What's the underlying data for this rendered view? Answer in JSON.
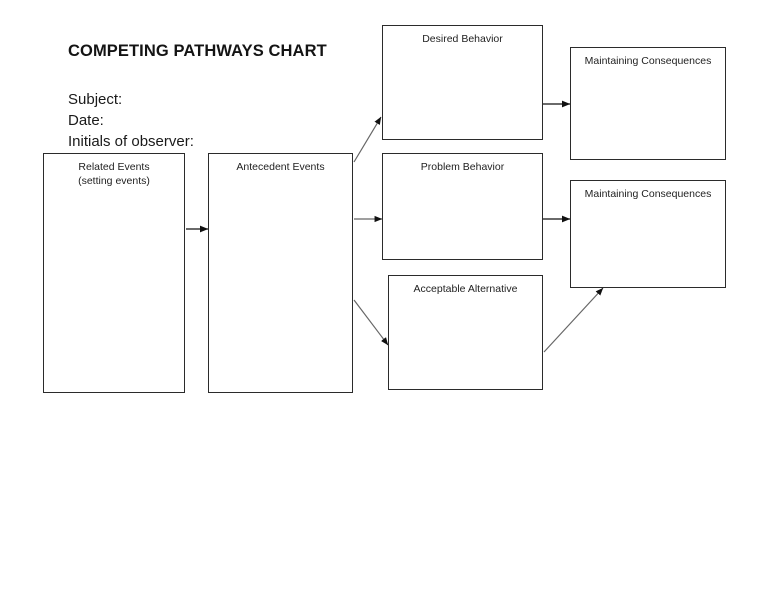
{
  "document": {
    "title": "COMPETING PATHWAYS CHART"
  },
  "header": {
    "subject_label": "Subject:",
    "date_label": "Date:",
    "initials_label": "Initials of observer:"
  },
  "nodes": {
    "related_events": "Related Events\n(setting events)",
    "antecedent_events": "Antecedent Events",
    "desired_behavior": "Desired Behavior",
    "problem_behavior": "Problem Behavior",
    "acceptable_alternative": "Acceptable Alternative",
    "maintaining_consequences_top": "Maintaining Consequences",
    "maintaining_consequences_bottom": "Maintaining Consequences"
  },
  "style": {
    "background": "#ffffff",
    "box_border": "#2b2b2b",
    "text": "#1a1a1a",
    "arrow": "#555555",
    "arrow_dark": "#111111"
  },
  "connectors": [
    {
      "name": "related-to-antecedent",
      "from": "related_events",
      "to": "antecedent_events",
      "kind": "horizontal"
    },
    {
      "name": "antecedent-to-desired",
      "from": "antecedent_events",
      "to": "desired_behavior",
      "kind": "diagonal-up"
    },
    {
      "name": "antecedent-to-problem",
      "from": "antecedent_events",
      "to": "problem_behavior",
      "kind": "horizontal"
    },
    {
      "name": "antecedent-to-acceptable",
      "from": "antecedent_events",
      "to": "acceptable_alternative",
      "kind": "diagonal-down"
    },
    {
      "name": "desired-to-consequences-top",
      "from": "desired_behavior",
      "to": "maintaining_consequences_top",
      "kind": "horizontal"
    },
    {
      "name": "problem-to-consequences-bottom",
      "from": "problem_behavior",
      "to": "maintaining_consequences_bottom",
      "kind": "horizontal"
    },
    {
      "name": "acceptable-to-consequences-bottom",
      "from": "acceptable_alternative",
      "to": "maintaining_consequences_bottom",
      "kind": "diagonal-up"
    }
  ]
}
